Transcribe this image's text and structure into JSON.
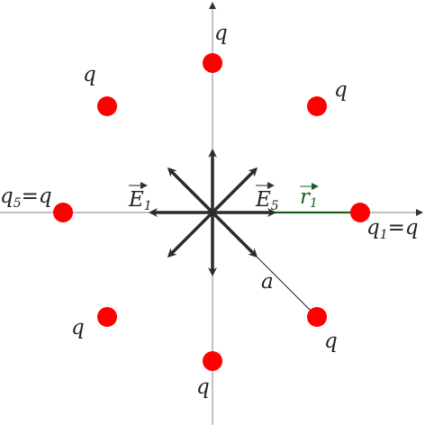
{
  "diagram": {
    "charge_label": "q",
    "q1_label": "q",
    "q1_sub": "1",
    "q1_eq": "=q",
    "q5_label": "q",
    "q5_sub": "5",
    "q5_eq": "=q",
    "e1_label": "E",
    "e1_sub": "1",
    "e5_label": "E",
    "e5_sub": "5",
    "r1_label": "r",
    "r1_sub": "1",
    "a_label": "a",
    "colors": {
      "charge": "#ff0000",
      "arrow": "#2b2b2b",
      "axis": "#999999",
      "r_vector": "#1f5f1f",
      "text": "#222222"
    }
  }
}
